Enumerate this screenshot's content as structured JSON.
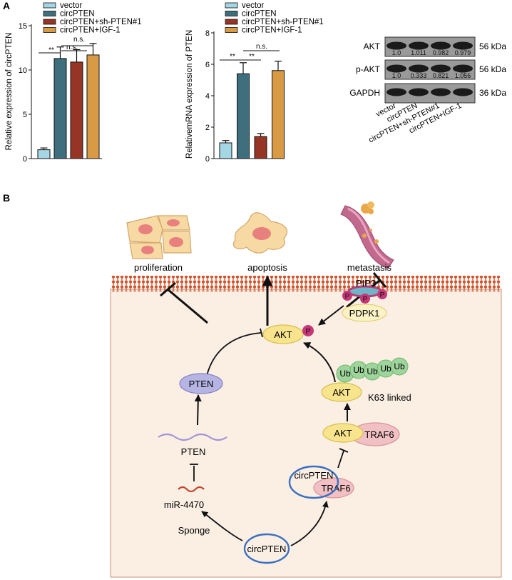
{
  "panels": {
    "a": "A",
    "b": "B"
  },
  "legend": [
    {
      "label": "vector",
      "color": "#a5d6e3"
    },
    {
      "label": "circPTEN",
      "color": "#3f6f7d"
    },
    {
      "label": "circPTEN+sh-PTEN#1",
      "color": "#963425"
    },
    {
      "label": "circPTEN+IGF-1",
      "color": "#d99a45"
    }
  ],
  "sig": {
    "stars": "**",
    "ns": "n.s."
  },
  "chart_data": [
    {
      "type": "bar",
      "categories": [
        "vector",
        "circPTEN",
        "circPTEN+sh-PTEN#1",
        "circPTEN+IGF-1"
      ],
      "values": [
        1.0,
        11.3,
        10.9,
        11.7
      ],
      "errors": [
        0.2,
        1.3,
        1.4,
        1.3
      ],
      "ylabel": "Relative expression of circPTEN",
      "ylim": [
        0,
        15
      ],
      "yticks": [
        "0",
        "5",
        "10",
        "15"
      ]
    },
    {
      "type": "bar",
      "categories": [
        "vector",
        "circPTEN",
        "circPTEN+sh-PTEN#1",
        "circPTEN+IGF-1"
      ],
      "values": [
        1.0,
        5.4,
        1.4,
        5.6
      ],
      "errors": [
        0.15,
        0.7,
        0.2,
        0.6
      ],
      "ylabel": "RelativemRNA expression of PTEN",
      "ylim": [
        0,
        8
      ],
      "yticks": [
        "0",
        "2",
        "4",
        "6",
        "8"
      ]
    }
  ],
  "blot": {
    "rows": [
      {
        "label": "AKT",
        "kda": "56 kDa",
        "values": [
          "1.0",
          "1.011",
          "0.982",
          "0.979"
        ]
      },
      {
        "label": "p-AKT",
        "kda": "56 kDa",
        "values": [
          "1.0",
          "0.333",
          "0.821",
          "1.056"
        ]
      },
      {
        "label": "GAPDH",
        "kda": "36 kDa",
        "values": []
      }
    ],
    "lanes": [
      "vector",
      "circPTEN",
      "circPTEN+sh-PTEN#1",
      "circPTEN+IGF-1"
    ]
  },
  "diagram": {
    "outcomes": [
      "proliferation",
      "apoptosis",
      "metastasis"
    ],
    "labels": {
      "pip3": "PIP3",
      "p": "P",
      "pdpk1": "PDPK1",
      "akt": "AKT",
      "pten": "PTEN",
      "ub": "Ub",
      "k63": "K63 linked",
      "traf6": "TRAF6",
      "circpten": "circPTEN",
      "mirna": "miR-4470",
      "sponge": "Sponge"
    },
    "colors": {
      "membrane": "#d4522a",
      "cytoplasm": "#fbefe4",
      "akt": "#f7e48d",
      "pten": "#b6b4e2",
      "traf6": "#f1c0c4",
      "ub": "#9fd59c",
      "circ": "#3b6fc0",
      "mirna": "#c2452a"
    }
  }
}
